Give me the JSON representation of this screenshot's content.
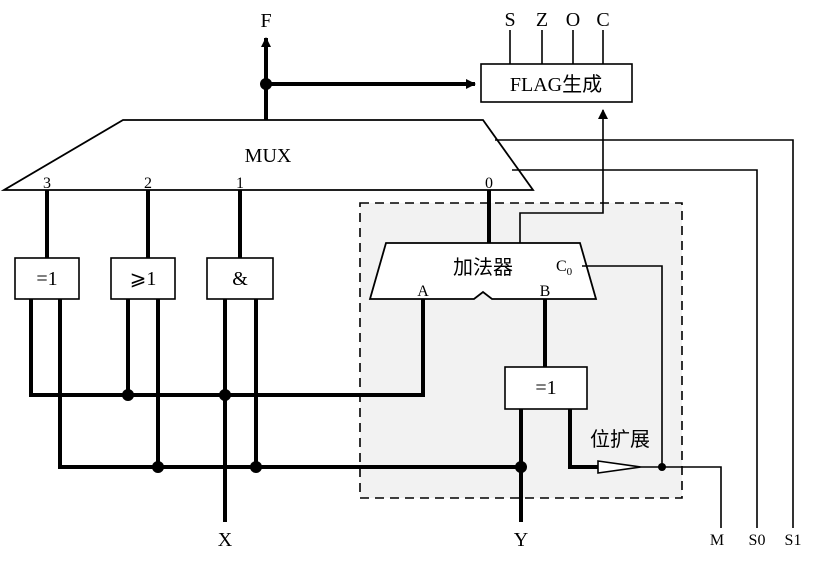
{
  "mux": {
    "label": "MUX",
    "inputs": [
      "3",
      "2",
      "1",
      "0"
    ]
  },
  "gates": {
    "xor_left": "=1",
    "or": "⩾1",
    "and": "&",
    "xor_right": "=1"
  },
  "adder": {
    "label": "加法器",
    "input_a": "A",
    "input_b": "B",
    "carry_c": "C",
    "carry_sub": "0"
  },
  "flag": {
    "label": "FLAG生成",
    "outputs": [
      "S",
      "Z",
      "O",
      "C"
    ]
  },
  "bit_extend_label": "位扩展",
  "signals": {
    "f": "F",
    "x": "X",
    "y": "Y",
    "m": "M",
    "s0": "S0",
    "s1": "S1"
  },
  "colors": {
    "line": "#000000",
    "region_fill": "#f2f2f2"
  }
}
